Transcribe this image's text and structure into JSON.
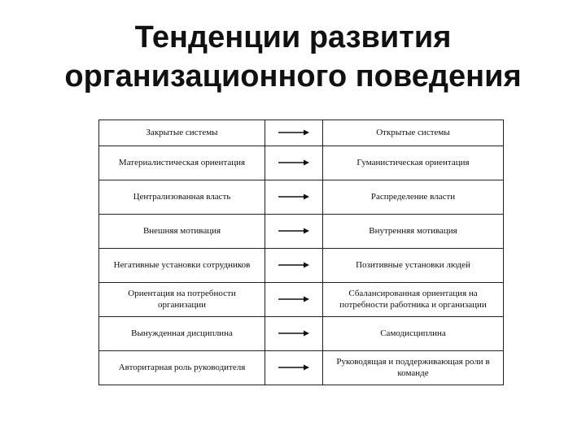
{
  "slide": {
    "title_line1": "Тенденции развития",
    "title_line2": "организационного поведения"
  },
  "table": {
    "header": {
      "left": "Закрытые системы",
      "right": "Открытые системы"
    },
    "rows": [
      {
        "left": "Материалистическая ориентация",
        "right": "Гуманистическая ориентация"
      },
      {
        "left": "Централизованная власть",
        "right": "Распределение власти"
      },
      {
        "left": "Внешняя мотивация",
        "right": "Внутренняя мотивация"
      },
      {
        "left": "Негативные установки сотрудников",
        "right": "Позитивные установки людей"
      },
      {
        "left": "Ориентация на потребности организации",
        "right": "Сбалансированная ориентация на потребности работника и организации"
      },
      {
        "left": "Вынужденная дисциплина",
        "right": "Самодисциплина"
      },
      {
        "left": "Авторитарная роль руководителя",
        "right": "Руководящая и поддерживающая роли в команде"
      }
    ],
    "arrow_icon": "right-arrow-icon"
  }
}
